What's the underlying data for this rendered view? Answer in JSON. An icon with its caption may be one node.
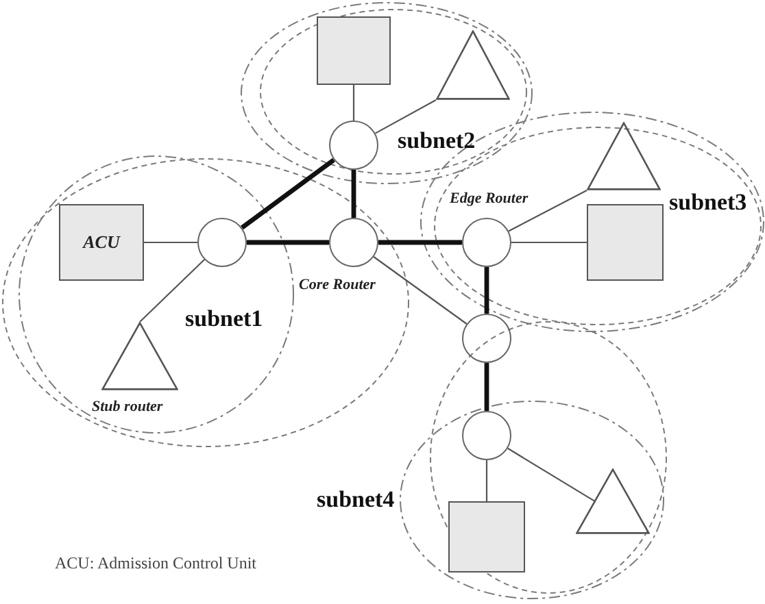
{
  "diagram": {
    "nodes": [
      {
        "text": [
          "subnet2"
        ]
      },
      {
        "text": [],
        "shape": "box",
        "in": 0
      },
      {
        "text": [],
        "shape": "triangle",
        "in": 0
      },
      {
        "text": [],
        "shape": "circle",
        "in": 0
      },
      {
        "text": [
          "subnet1"
        ]
      },
      {
        "text": [
          "ACU"
        ],
        "in": 4
      },
      {
        "text": [],
        "shape": "circle",
        "in": 4
      },
      {
        "text": [],
        "shape": "circle",
        "beside": [
          "Core Router"
        ],
        "in": 4
      },
      {
        "text": [],
        "shape": "triangle",
        "beside": [
          "Stub router"
        ],
        "in": 4
      },
      {
        "text": [
          "subnet3"
        ]
      },
      {
        "text": [],
        "shape": "triangle",
        "in": 9
      },
      {
        "text": [],
        "shape": "circle",
        "beside": [
          "Edge Router"
        ],
        "in": 9
      },
      {
        "text": [],
        "shape": "box",
        "in": 9
      },
      {
        "text": [],
        "shape": "circle"
      },
      {
        "text": [
          "subnet4"
        ]
      },
      {
        "text": [],
        "shape": "circle",
        "in": 14
      },
      {
        "text": [],
        "shape": "box",
        "in": 14
      },
      {
        "text": [],
        "shape": "triangle",
        "in": 14
      }
    ],
    "edges": [
      {
        "from": 1,
        "to": 3,
        "arrow": "none"
      },
      {
        "from": 2,
        "to": 3,
        "arrow": "none"
      },
      {
        "from": 3,
        "to": 6,
        "arrow": "none",
        "style": "thick"
      },
      {
        "from": 3,
        "to": 7,
        "arrow": "none",
        "style": "thick"
      },
      {
        "from": 5,
        "to": 6,
        "arrow": "none"
      },
      {
        "from": 6,
        "to": 7,
        "arrow": "none",
        "style": "thick"
      },
      {
        "from": 6,
        "to": 8,
        "arrow": "none"
      },
      {
        "from": 7,
        "to": 11,
        "arrow": "none",
        "style": "thick"
      },
      {
        "from": 7,
        "to": 13,
        "arrow": "none"
      },
      {
        "from": 11,
        "to": 10,
        "arrow": "none"
      },
      {
        "from": 11,
        "to": 12,
        "arrow": "none"
      },
      {
        "from": 11,
        "to": 13,
        "arrow": "none",
        "style": "thick"
      },
      {
        "from": 13,
        "to": 15,
        "arrow": "none",
        "style": "thick"
      },
      {
        "from": 15,
        "to": 16,
        "arrow": "none"
      },
      {
        "from": 15,
        "to": 17,
        "arrow": "none"
      }
    ],
    "labels": [
      "ACU: Admission Control Unit"
    ]
  }
}
